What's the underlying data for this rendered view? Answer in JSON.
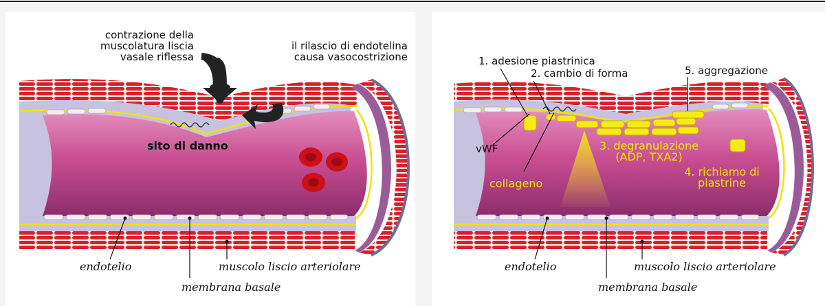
{
  "left_panel": {
    "callout_contraction": [
      "contrazione della",
      "muscolatura liscia",
      "vasale riflessa"
    ],
    "callout_endothelin": [
      "il rilascio di endotelina",
      "causa vasocostrizione"
    ],
    "damage_site": "sito di danno",
    "label_endothelium": "endotelio",
    "label_basement_membrane": "membrana basale",
    "label_smooth_muscle": "muscolo liscio arteriolare"
  },
  "right_panel": {
    "step1": "1. adesione piastrinica",
    "step2": "2. cambio di forma",
    "step3": [
      "3. degranulazione",
      "(ADP, TXA2)"
    ],
    "step4": [
      "4. richiamo di",
      "piastrine"
    ],
    "step5": "5. aggregazione",
    "label_vwf": "vWF",
    "label_collagen": "collageno",
    "label_endothelium": "endotelio",
    "label_basement_membrane": "membrana basale",
    "label_smooth_muscle": "muscolo liscio arteriolare"
  },
  "colors": {
    "muscle_red": "#d9202b",
    "lumen_pink": "#c9508f",
    "basement_lavender": "#c7c2e0",
    "membrane_yellow": "#f3e200",
    "endothelium_cream": "#f6eeee",
    "platelet_yellow": "#f7ea1a",
    "rbc_red": "#cc1018"
  }
}
